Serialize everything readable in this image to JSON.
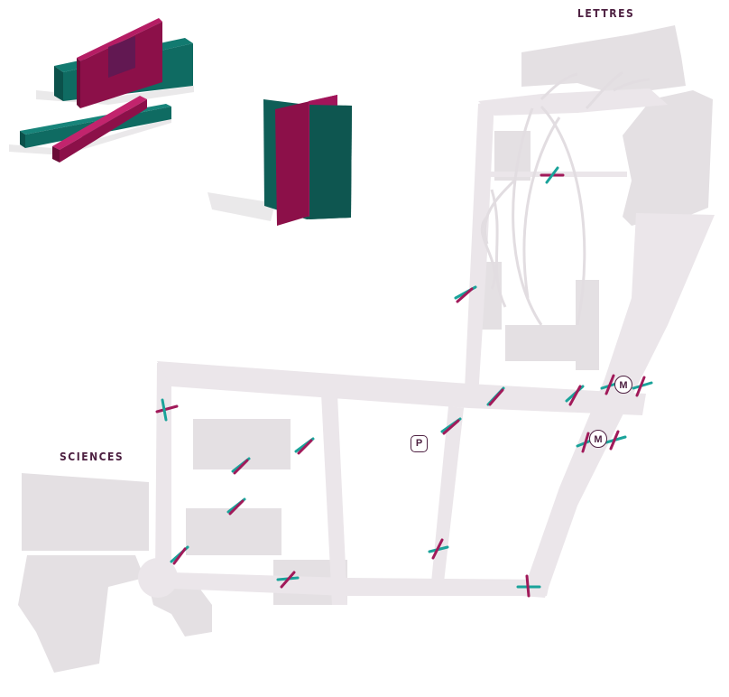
{
  "labels": {
    "lettres": "LETTRES",
    "sciences": "SCIENCES"
  },
  "pins": {
    "parking": "P",
    "metro": "M"
  },
  "colors": {
    "path": "#ebe6ea",
    "building": "#e4e0e3",
    "walk_line": "#ffffff",
    "marker_magenta": "#a11a5a",
    "marker_teal": "#1aa39a",
    "label_text": "#4e2142",
    "sculpture_magenta": "#8a0f48",
    "sculpture_teal": "#0e5c56"
  },
  "icons": [
    "sculpture-marker-icon",
    "parking-icon",
    "metro-icon"
  ],
  "sculptures": [
    {
      "id": "sculpture-crossed-long",
      "depiction": "crossed teal and magenta bars"
    },
    {
      "id": "sculpture-flat-x",
      "depiction": "flat crossed bars"
    },
    {
      "id": "sculpture-upright-cross",
      "depiction": "upright crossed panels"
    }
  ]
}
